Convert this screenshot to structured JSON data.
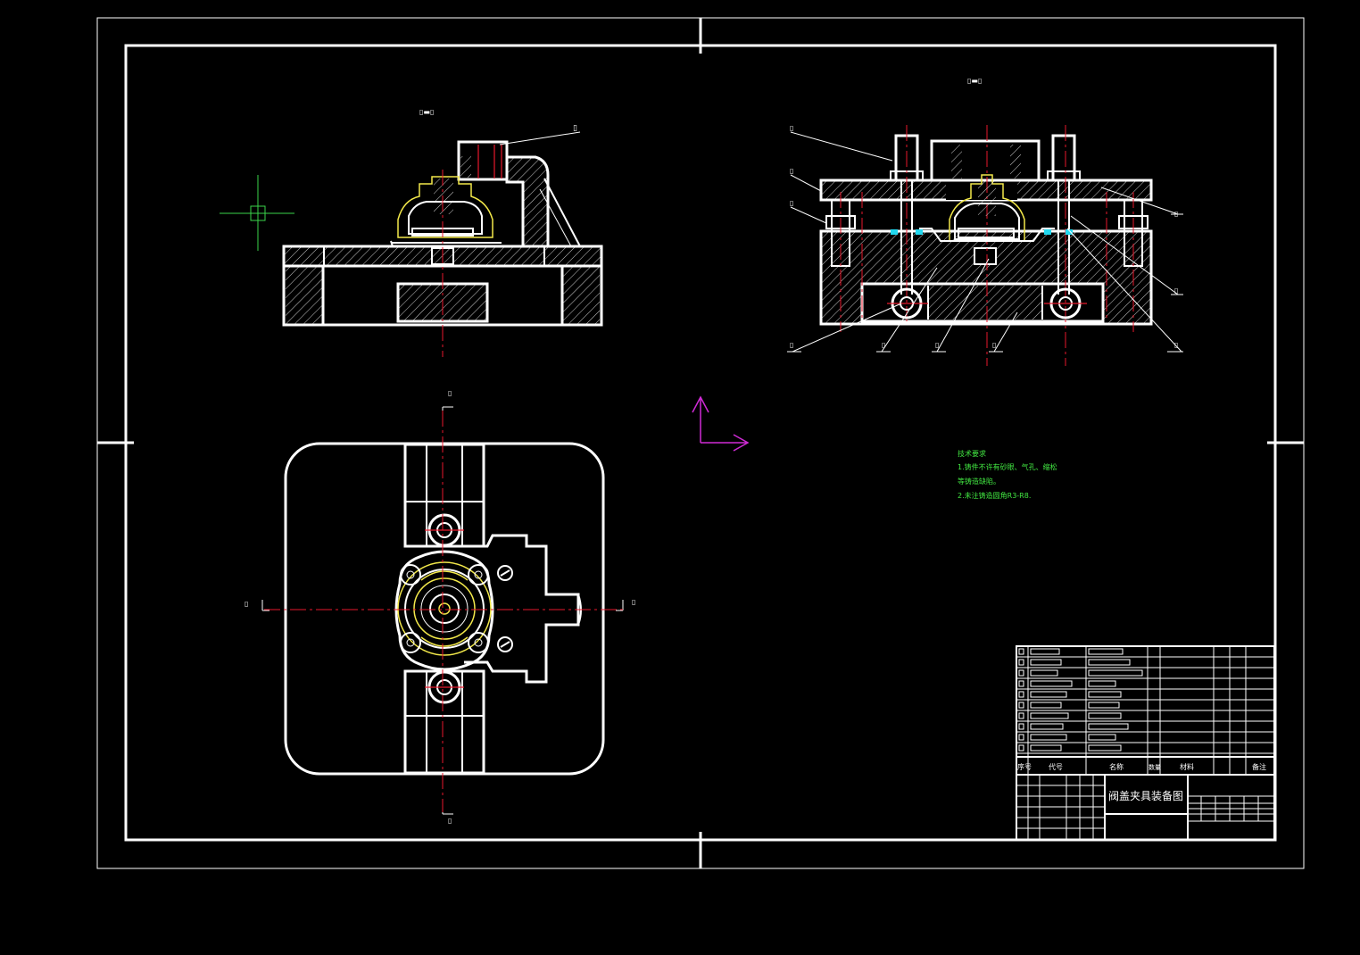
{
  "drawing": {
    "title": "阀盖夹具装备图",
    "technical_requirements": [
      "技术要求",
      "1.铸件不许有砂眼、气孔、缩松",
      "等铸造缺陷。",
      "2.未注铸造圆角R3-R8."
    ],
    "title_block_headers": [
      "序号",
      "代号",
      "名称",
      "数量",
      "材料",
      "备注"
    ]
  },
  "colors": {
    "background": "#000000",
    "line_white": "#ffffff",
    "centerline_red": "#e8192c",
    "part_yellow": "#f2e84a",
    "text_green": "#42e842",
    "ucs_magenta": "#d02bd6",
    "cursor_green": "#3ad44a",
    "cyan_marks": "#22d8f0"
  },
  "icons": {
    "ucs": "ucs-axis-icon",
    "cursor": "crosshair-cursor-icon"
  }
}
